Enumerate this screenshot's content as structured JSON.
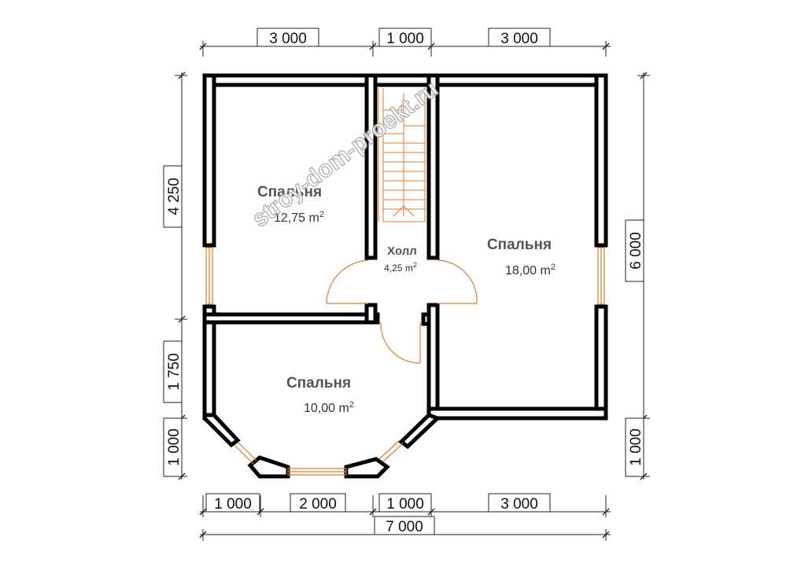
{
  "watermark": "stroy-dom-proekt.ru",
  "dimensions": {
    "top": [
      "3 000",
      "1 000",
      "3 000"
    ],
    "bottom": [
      "1 000",
      "2 000",
      "1 000",
      "3 000"
    ],
    "total": "7 000",
    "left": [
      "4 250",
      "1 750",
      "1 000"
    ],
    "right": [
      "6 000",
      "1 000"
    ]
  },
  "rooms": {
    "bedroom_top_left": {
      "name": "Спальня",
      "area": "12,75 m",
      "sup": "2"
    },
    "bedroom_right": {
      "name": "Спальня",
      "area": "18,00 m",
      "sup": "2"
    },
    "bedroom_bottom": {
      "name": "Спальня",
      "area": "10,00 m",
      "sup": "2"
    },
    "hall": {
      "name": "Холл",
      "area": "4,25 m",
      "sup": "2"
    }
  }
}
